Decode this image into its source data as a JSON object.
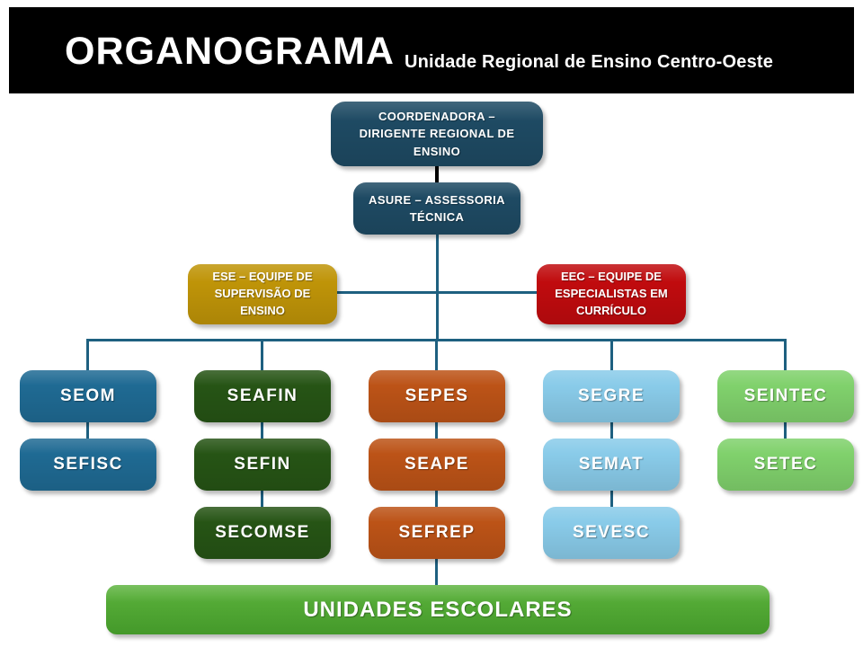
{
  "header": {
    "title": "ORGANOGRAMA",
    "subtitle": "Unidade Regional de Ensino Centro-Oeste"
  },
  "org": {
    "root": "COORDENADORA –\nDIRIGENTE REGIONAL DE\nENSINO",
    "assessoria": "ASURE – ASSESSORIA\nTÉCNICA",
    "supervision_team": "ESE – EQUIPE DE\nSUPERVISÃO DE\nENSINO",
    "curriculum_team": "EEC – EQUIPE DE\nESPECIALISTAS EM\nCURRÍCULO",
    "columns": [
      {
        "items": [
          "SEOM",
          "SEFISC"
        ]
      },
      {
        "items": [
          "SEAFIN",
          "SEFIN",
          "SECOMSE"
        ]
      },
      {
        "items": [
          "SEPES",
          "SEAPE",
          "SEFREP"
        ]
      },
      {
        "items": [
          "SEGRE",
          "SEMAT",
          "SEVESC"
        ]
      },
      {
        "items": [
          "SEINTEC",
          "SETEC"
        ]
      }
    ],
    "footer": "UNIDADES ESCOLARES"
  },
  "colors": {
    "header_bg": "#000000",
    "navy": "#1E4A63",
    "gold": "#BF9408",
    "red": "#C00B0E",
    "blue": "#1F6A93",
    "green_dark": "#265415",
    "orange": "#BC5317",
    "sky": "#89CBE9",
    "light_green": "#80D16C",
    "footer_top": "#5CB33C",
    "footer_bottom": "#44992A",
    "connector": "#1E6080",
    "root_connector": "#000000"
  }
}
